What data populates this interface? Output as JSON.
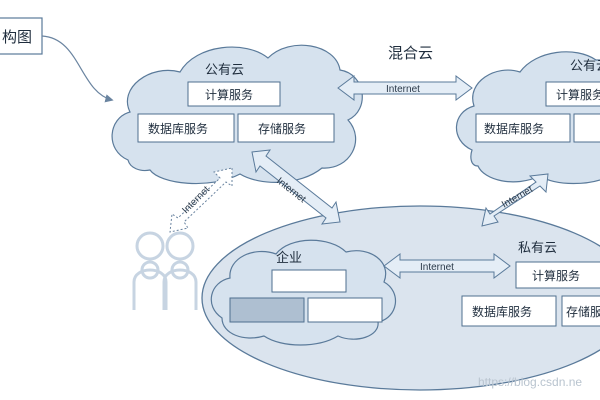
{
  "corner_label": "构图",
  "hybrid_cloud_label": "混合云",
  "public_cloud_left": {
    "title": "公有云",
    "compute": "计算服务",
    "database": "数据库服务",
    "storage": "存储服务"
  },
  "public_cloud_right": {
    "title": "公有云",
    "compute": "计算服务",
    "database": "数据库服务"
  },
  "enterprise": {
    "title": "企业"
  },
  "private_cloud": {
    "title": "私有云",
    "compute": "计算服务",
    "database": "数据库服务",
    "storage": "存储服务"
  },
  "links": {
    "public_to_public": "Internet",
    "public_to_enterprise": "Internet",
    "user_to_public": "Internet",
    "right_to_private": "Internet",
    "enterprise_to_private": "Internet"
  },
  "watermark": "https://blog.csdn.ne",
  "colors": {
    "cloud_fill": "#d8e3ee",
    "cloud_stroke": "#5a7a9a",
    "box_fill": "#ffffff",
    "box_stroke": "#4f6f8f",
    "arrow_fill": "#e4edf6"
  }
}
